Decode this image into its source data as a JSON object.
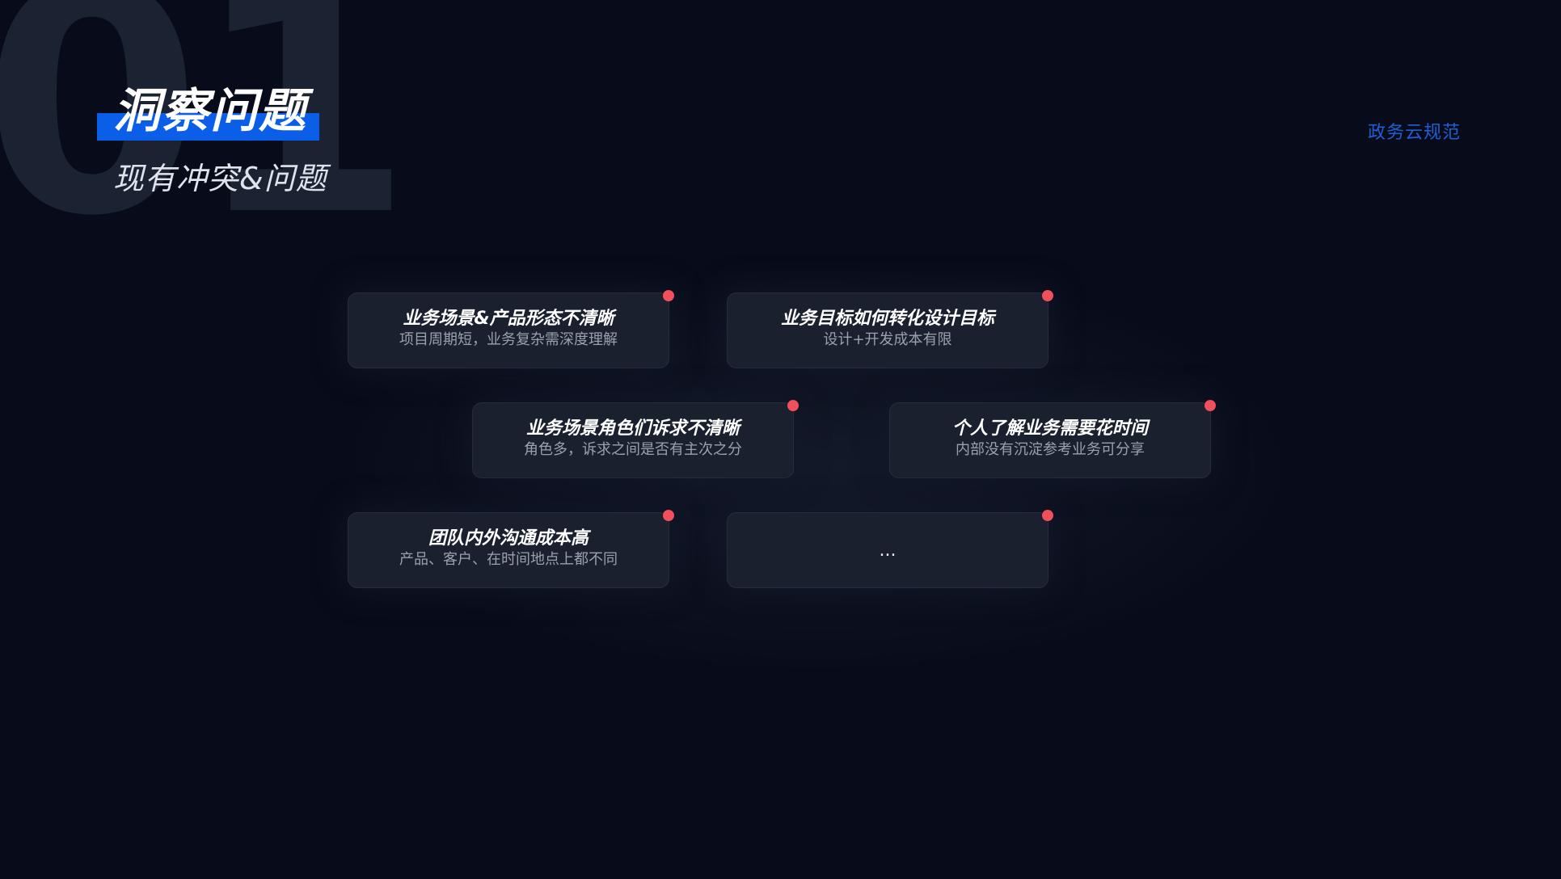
{
  "slide": {
    "number": "01",
    "title": "洞察问题",
    "subtitle": "现有冲突&问题",
    "brand": "政务云规范",
    "accent_color": "#0a5ee8",
    "dot_color": "#f0505a"
  },
  "cards": [
    {
      "title": "业务场景&产品形态不清晰",
      "desc": "项目周期短，业务复杂需深度理解"
    },
    {
      "title": "业务目标如何转化设计目标",
      "desc": "设计+开发成本有限"
    },
    {
      "title": "业务场景角色们诉求不清晰",
      "desc": "角色多，诉求之间是否有主次之分"
    },
    {
      "title": "个人了解业务需要花时间",
      "desc": "内部没有沉淀参考业务可分享"
    },
    {
      "title": "团队内外沟通成本高",
      "desc": "产品、客户、在时间地点上都不同"
    },
    {
      "text": "..."
    }
  ]
}
